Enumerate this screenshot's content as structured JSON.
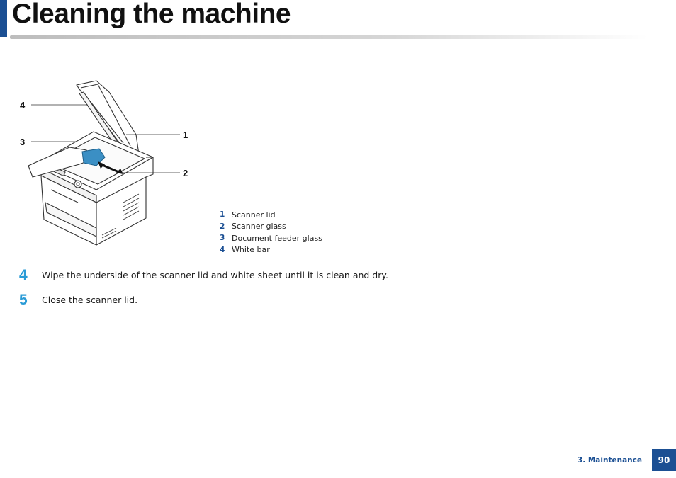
{
  "page": {
    "title": "Cleaning the machine",
    "accent_color": "#1b4f93",
    "step_color": "#2a9bd6"
  },
  "figure": {
    "callouts": [
      "4",
      "3",
      "1",
      "2"
    ]
  },
  "legend": [
    {
      "num": "1",
      "text": "Scanner lid"
    },
    {
      "num": "2",
      "text": "Scanner glass"
    },
    {
      "num": "3",
      "text": "Document feeder glass"
    },
    {
      "num": "4",
      "text": "White bar"
    }
  ],
  "steps": [
    {
      "num": "4",
      "text": "Wipe the underside of the scanner lid and white sheet until it is clean and dry."
    },
    {
      "num": "5",
      "text": "Close the scanner lid."
    }
  ],
  "footer": {
    "section": "3. Maintenance",
    "page_number": "90"
  }
}
